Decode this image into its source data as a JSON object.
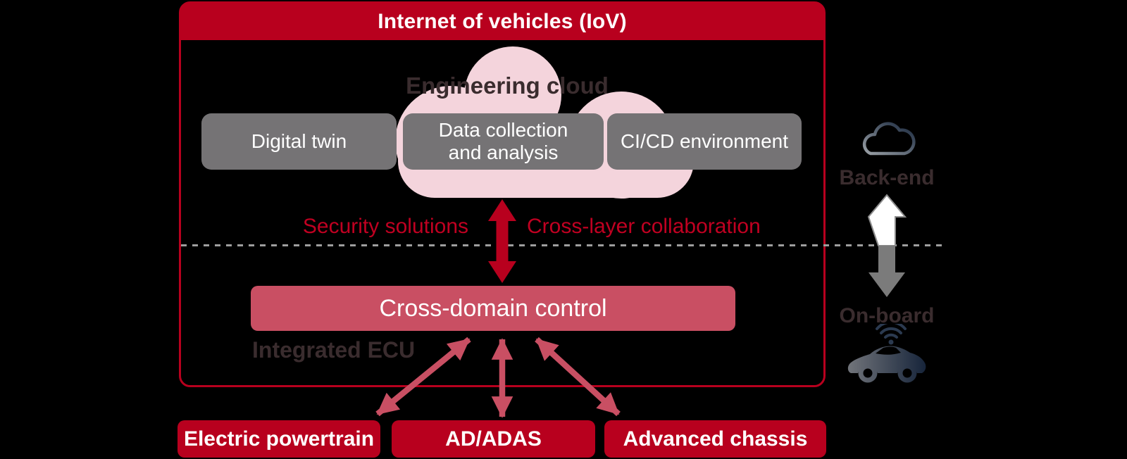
{
  "colors": {
    "primary_red": "#b8001e",
    "rose": "#c94f63",
    "pink_cloud": "#f4d4dc",
    "gray_box": "#757375",
    "dark_text": "#3a2c2e",
    "red_text": "#c00021",
    "dashed_line": "#9e9e9e",
    "side_arrow_gray": "#7b7b7b",
    "icon_navy": "#2b3a50"
  },
  "header": {
    "title": "Internet of vehicles (IoV)"
  },
  "engineering_cloud": {
    "label": "Engineering cloud",
    "boxes": [
      "Digital twin",
      "Data collection and analysis",
      "CI/CD environment"
    ]
  },
  "middle_link": {
    "left_label": "Security solutions",
    "right_label": "Cross-layer collaboration"
  },
  "integrated_ecu": {
    "box_label": "Cross-domain control",
    "caption": "Integrated ECU"
  },
  "domains": [
    "Electric powertrain",
    "AD/ADAS",
    "Advanced chassis"
  ],
  "side_panel": {
    "backend_label": "Back-end",
    "onboard_label": "On-board",
    "icons": [
      "cloud-outline-icon",
      "up-down-arrow-icon",
      "connected-car-icon"
    ]
  }
}
